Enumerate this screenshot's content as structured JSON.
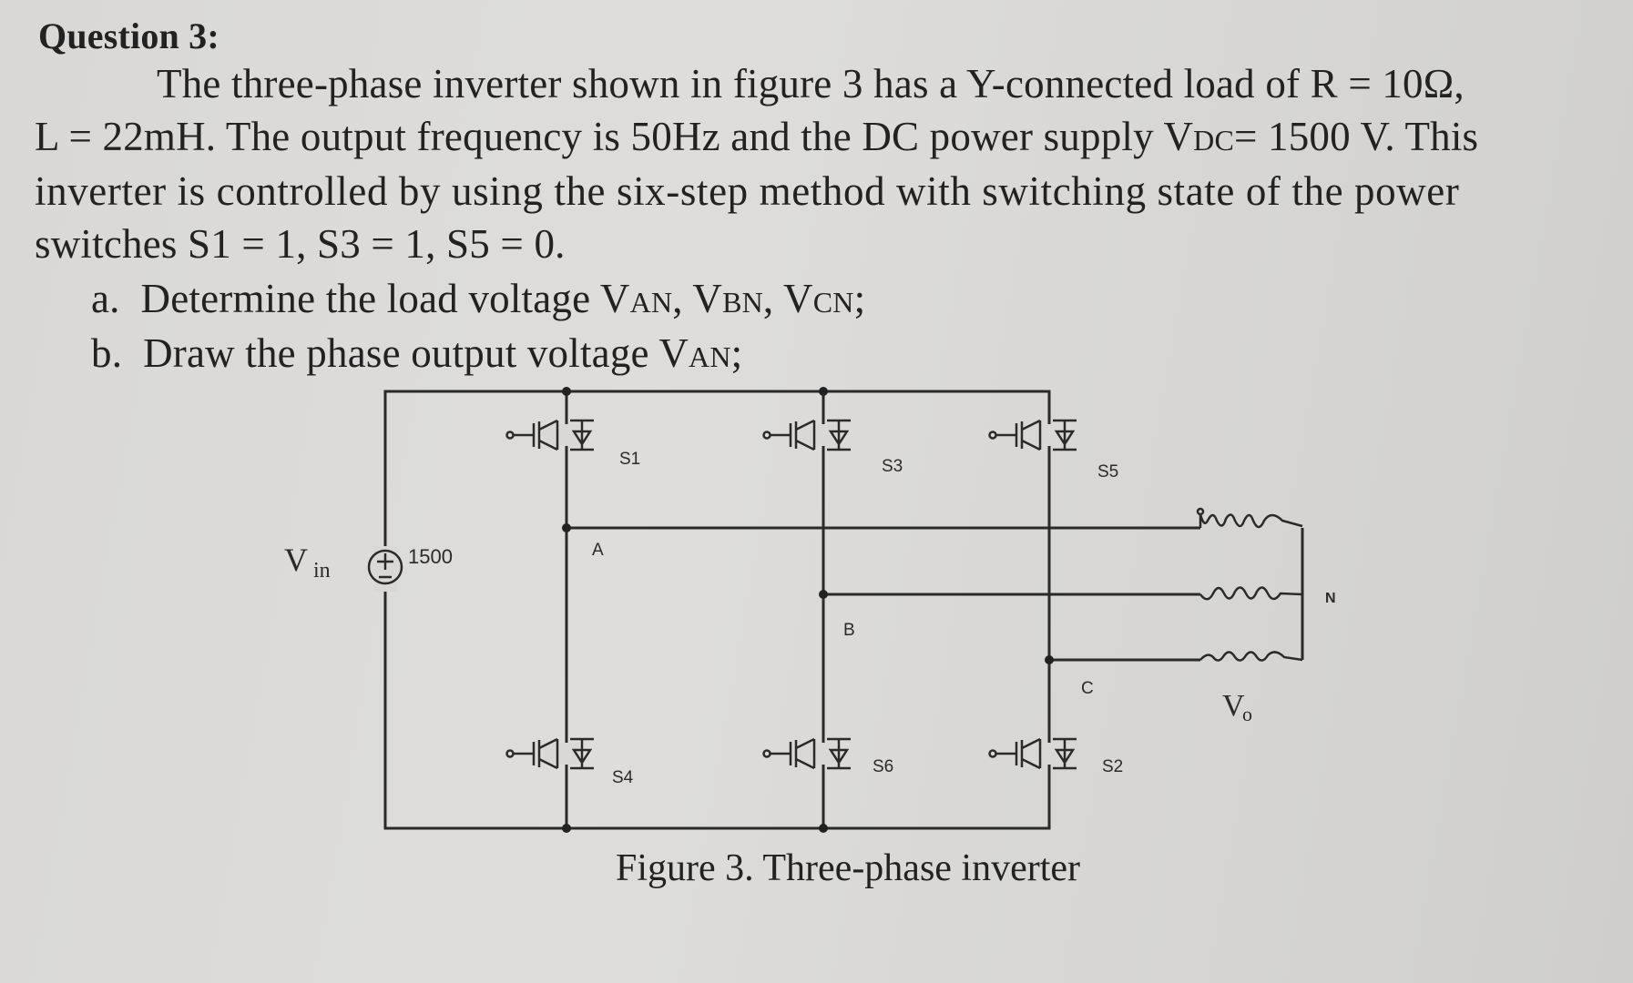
{
  "question": {
    "title": "Question 3:",
    "body": [
      "The three-phase inverter shown in figure 3 has a Y-connected load of R = 10Ω,",
      "L = 22mH. The output frequency is 50Hz and the DC power supply V",
      "inverter is controlled by using the six-step method with switching state of the power",
      "switches S1 = 1, S3 = 1, S5 = 0."
    ],
    "vdc_sub": "DC",
    "vdc_tail": "= 1500 V. This",
    "part_a": {
      "prefix": "a.",
      "text": "Determine the load voltage V",
      "sub1": "AN",
      "mid1": ", V",
      "sub2": "BN",
      "mid2": ", V",
      "sub3": "CN",
      "tail": ";"
    },
    "part_b": {
      "prefix": "b.",
      "text": "Draw the phase output voltage V",
      "sub": "AN",
      "tail": ";"
    }
  },
  "figure": {
    "caption": "Figure 3. Three-phase inverter",
    "source_label": "V",
    "source_sub": "in",
    "source_value": "1500",
    "switches": [
      "S1",
      "S3",
      "S5",
      "S4",
      "S6",
      "S2"
    ],
    "nodes": [
      "A",
      "B",
      "C",
      "N"
    ],
    "output_label": "V",
    "output_sub": "o"
  }
}
